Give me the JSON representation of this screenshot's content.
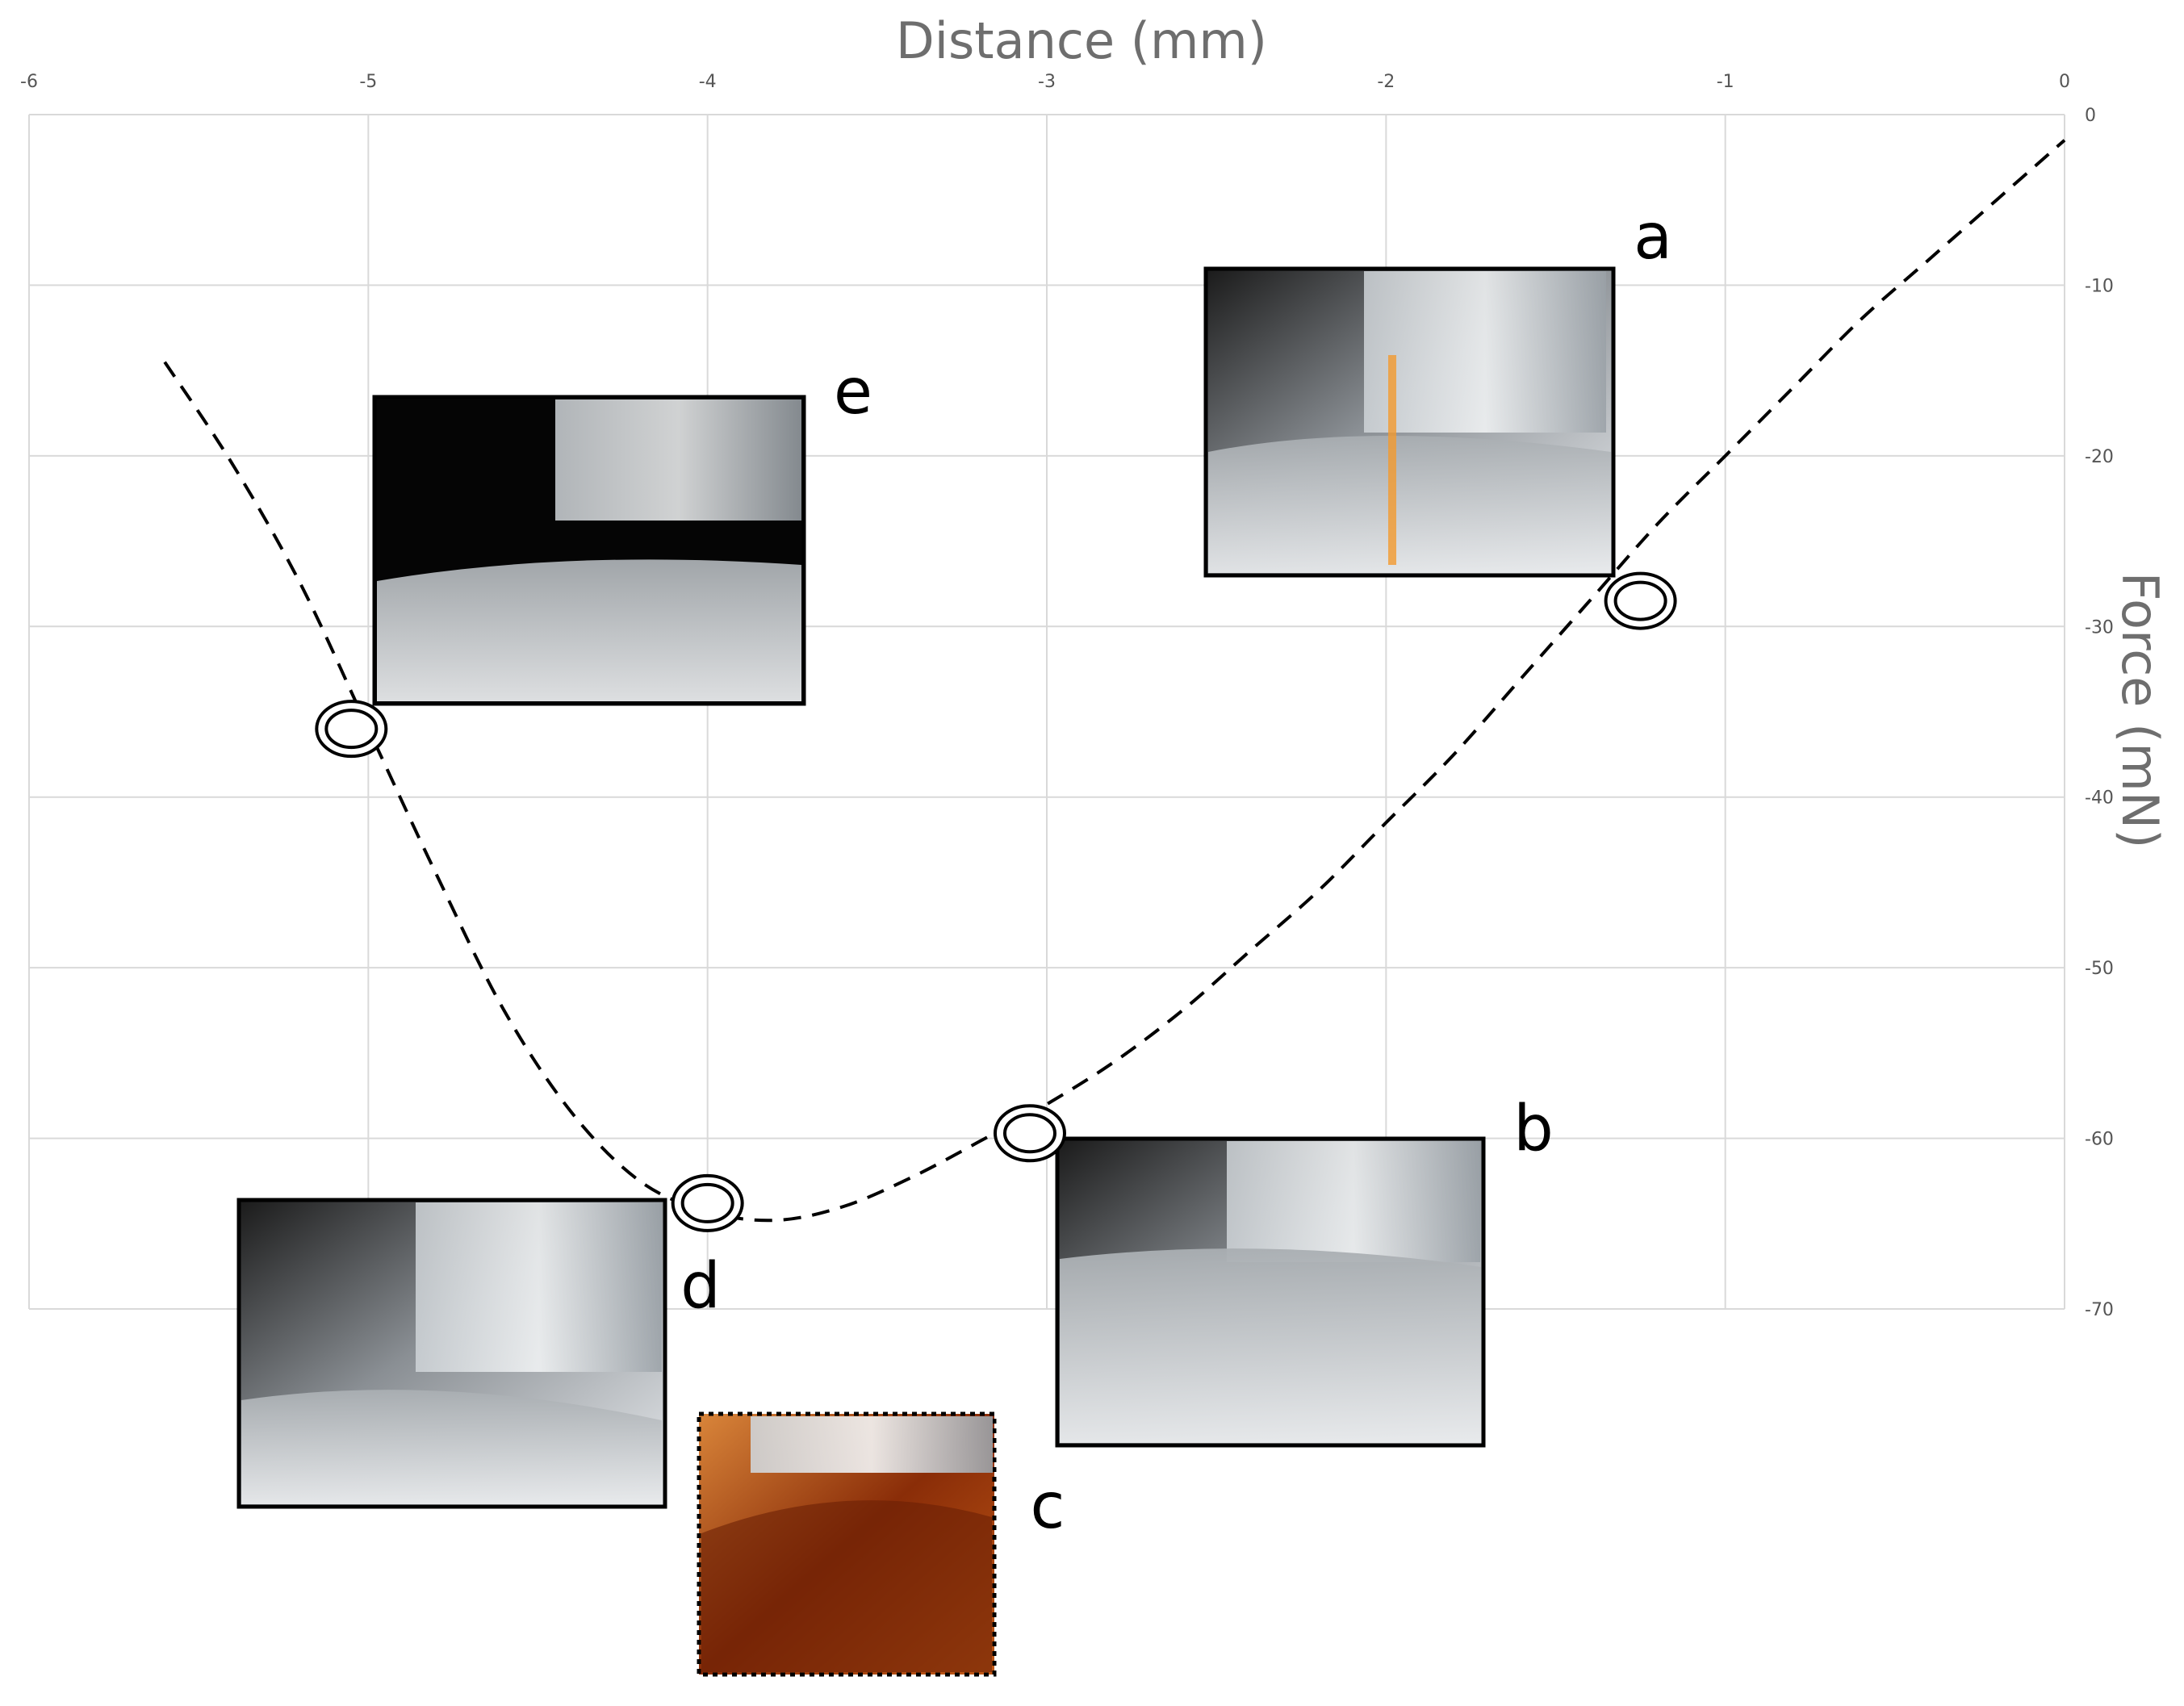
{
  "chart_data": {
    "type": "line",
    "xlabel": "Distance (mm)",
    "ylabel": "Force (mN)",
    "xlim": [
      -6,
      0
    ],
    "ylim": [
      -70,
      0
    ],
    "x_ticks": [
      "-6",
      "-5",
      "-4",
      "-3",
      "-2",
      "-1",
      "0"
    ],
    "y_ticks": [
      "0",
      "-10",
      "-20",
      "-30",
      "-40",
      "-50",
      "-60",
      "-70"
    ],
    "x_axis_position": "top",
    "y_axis_position": "right",
    "grid": true,
    "series": [
      {
        "style": "dashed",
        "color": "#000000",
        "x": [
          -5.6,
          -5.4,
          -5.2,
          -5.0,
          -4.8,
          -4.6,
          -4.4,
          -4.2,
          -4.0,
          -3.8,
          -3.6,
          -3.4,
          -3.2,
          -3.0,
          -2.8,
          -2.6,
          -2.4,
          -2.2,
          -2.0,
          -1.8,
          -1.6,
          -1.4,
          -1.2,
          -1.0,
          -0.8,
          -0.6,
          -0.4,
          -0.2,
          0.0
        ],
        "y": [
          -14.5,
          -20.5,
          -27.5,
          -36.0,
          -44.5,
          -52.5,
          -58.5,
          -62.5,
          -64.3,
          -64.8,
          -64.0,
          -62.3,
          -60.2,
          -58.0,
          -55.5,
          -52.5,
          -49.0,
          -45.5,
          -41.5,
          -37.5,
          -33.0,
          -28.5,
          -24.0,
          -20.0,
          -16.0,
          -12.0,
          -8.5,
          -5.0,
          -1.5
        ]
      }
    ],
    "markers": [
      {
        "label": "a",
        "x": -1.25,
        "y": -28.5,
        "photo": "cylinder-contact-clear"
      },
      {
        "label": "b",
        "x": -3.05,
        "y": -59.7,
        "photo": "cylinder-meniscus-wide"
      },
      {
        "label": "c",
        "x": -4.0,
        "y": -63.8,
        "photo": "cylinder-amber-liquid-bridge"
      },
      {
        "label": "d",
        "x": -4.0,
        "y": -63.8,
        "photo": "cylinder-meniscus-narrow"
      },
      {
        "label": "e",
        "x": -5.05,
        "y": -36.0,
        "photo": "cylinder-detached-neck"
      }
    ]
  }
}
